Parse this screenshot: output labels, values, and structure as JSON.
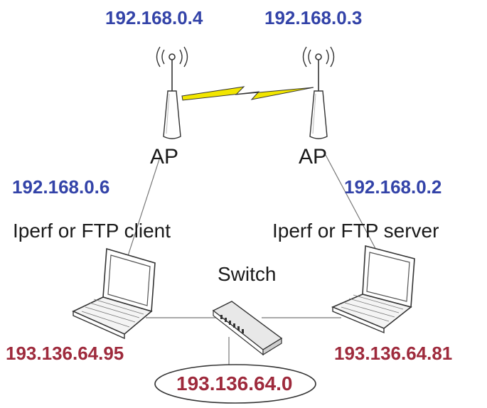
{
  "access_points": [
    {
      "ip": "192.168.0.4",
      "label": "AP"
    },
    {
      "ip": "192.168.0.3",
      "label": "AP"
    }
  ],
  "hosts": [
    {
      "wireless_ip": "192.168.0.6",
      "role": "Iperf or FTP client",
      "wired_ip": "193.136.64.95"
    },
    {
      "wireless_ip": "192.168.0.2",
      "role": "Iperf or FTP server",
      "wired_ip": "193.136.64.81"
    }
  ],
  "switch": {
    "label": "Switch"
  },
  "network": {
    "address": "193.136.64.0"
  },
  "colors": {
    "wireless_ip": "#3343a8",
    "wired_ip": "#9e2a3c",
    "wireless_link": "#f2e600"
  },
  "icons": [
    "antenna-icon",
    "laptop-icon",
    "switch-icon",
    "wireless-link-icon"
  ]
}
